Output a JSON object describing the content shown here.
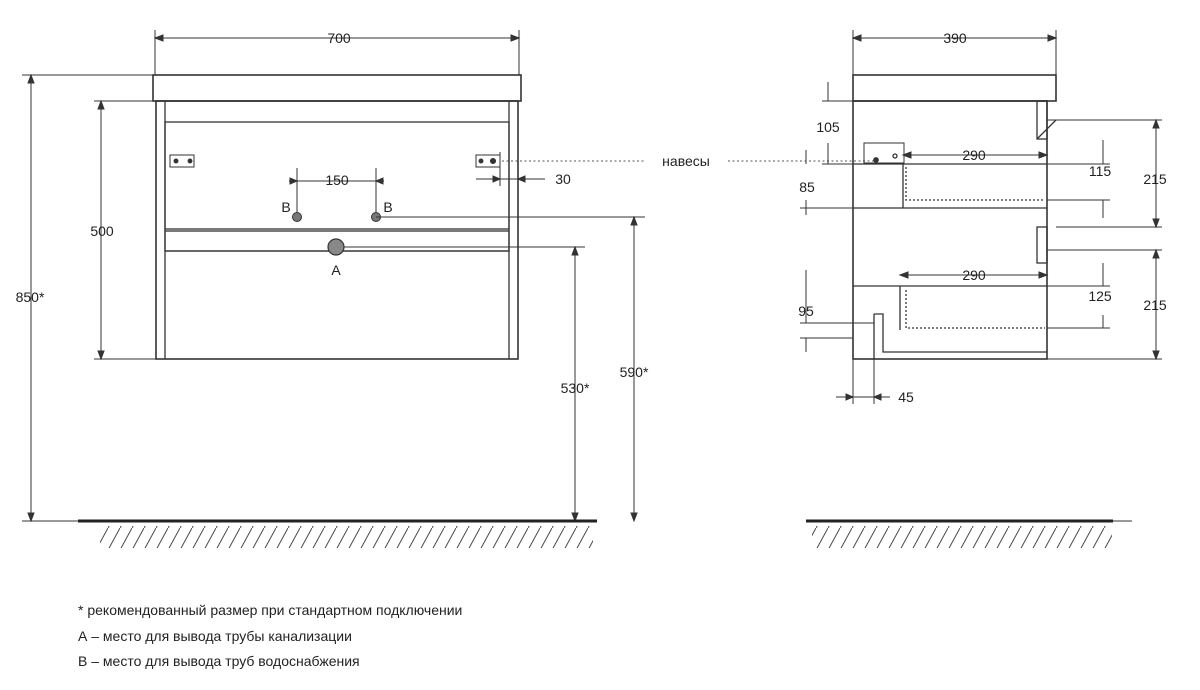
{
  "front_view": {
    "width_dim": "700",
    "height_body_dim": "500",
    "total_height_dim": "850*",
    "hole_spacing_dim": "150",
    "hinge_offset_dim": "30",
    "drain_height_dim": "530*",
    "water_height_dim": "590*",
    "label_b_left": "B",
    "label_b_right": "B",
    "label_a": "A"
  },
  "callout": {
    "hinges_label": "навесы"
  },
  "side_view": {
    "depth_dim": "390",
    "top_offset_dim": "105",
    "hinge_height_dim": "85",
    "upper_drawer_depth_dim": "290",
    "upper_drawer_height_dim": "115",
    "upper_section_dim": "215",
    "lower_drawer_depth_dim": "290",
    "lower_drawer_height_dim": "125",
    "lower_section_dim": "215",
    "bottom_offset_dim": "95",
    "plinth_dim": "45"
  },
  "notes": [
    "* рекомендованный размер при стандартном подключении",
    "А – место для вывода трубы канализации",
    "В – место для вывода труб водоснабжения"
  ]
}
